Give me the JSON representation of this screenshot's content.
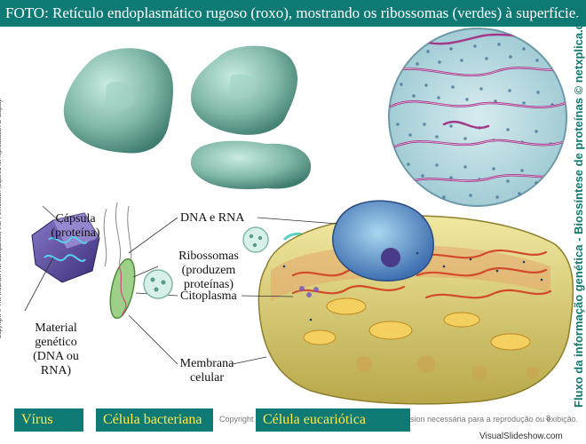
{
  "title": "FOTO: Retículo endoplasmático rugoso (roxo), mostrando os ribossomas (verdes) à superfície.",
  "side_left": "Copyright © The McGraw-Hill Companies, Inc. Permission required for reproduction or display.",
  "side_right": "Fluxo da informação genética - Biossíntese de proteínas © netxplica.com",
  "labels": {
    "capsula": "Cápsula\n(proteína)",
    "material": "Material\ngenético\n(DNA ou\nRNA)",
    "dna_rna": "DNA e RNA",
    "ribossomas": "Ribossomas\n(produzem\nproteínas)",
    "citoplasma": "Citoplasma",
    "membrana": "Membrana\ncelular"
  },
  "bottom": {
    "virus": "Vírus",
    "bacteriana": "Célula bacteriana",
    "eucariotica": "Célula eucariótica"
  },
  "copyright_text": "Copyright © The McGraw-Hill Companies, Inc. Permission necessária para a reprodução ou exibição.",
  "page_number": "8",
  "watermark": "VisualSlideshow.com",
  "colors": {
    "bar": "#0f7a74",
    "bottom_text": "#ffe94a",
    "ribosome_green": "#7fb7a8",
    "er_purple": "#a23a8a",
    "cell_yellow": "#d8c85a"
  }
}
